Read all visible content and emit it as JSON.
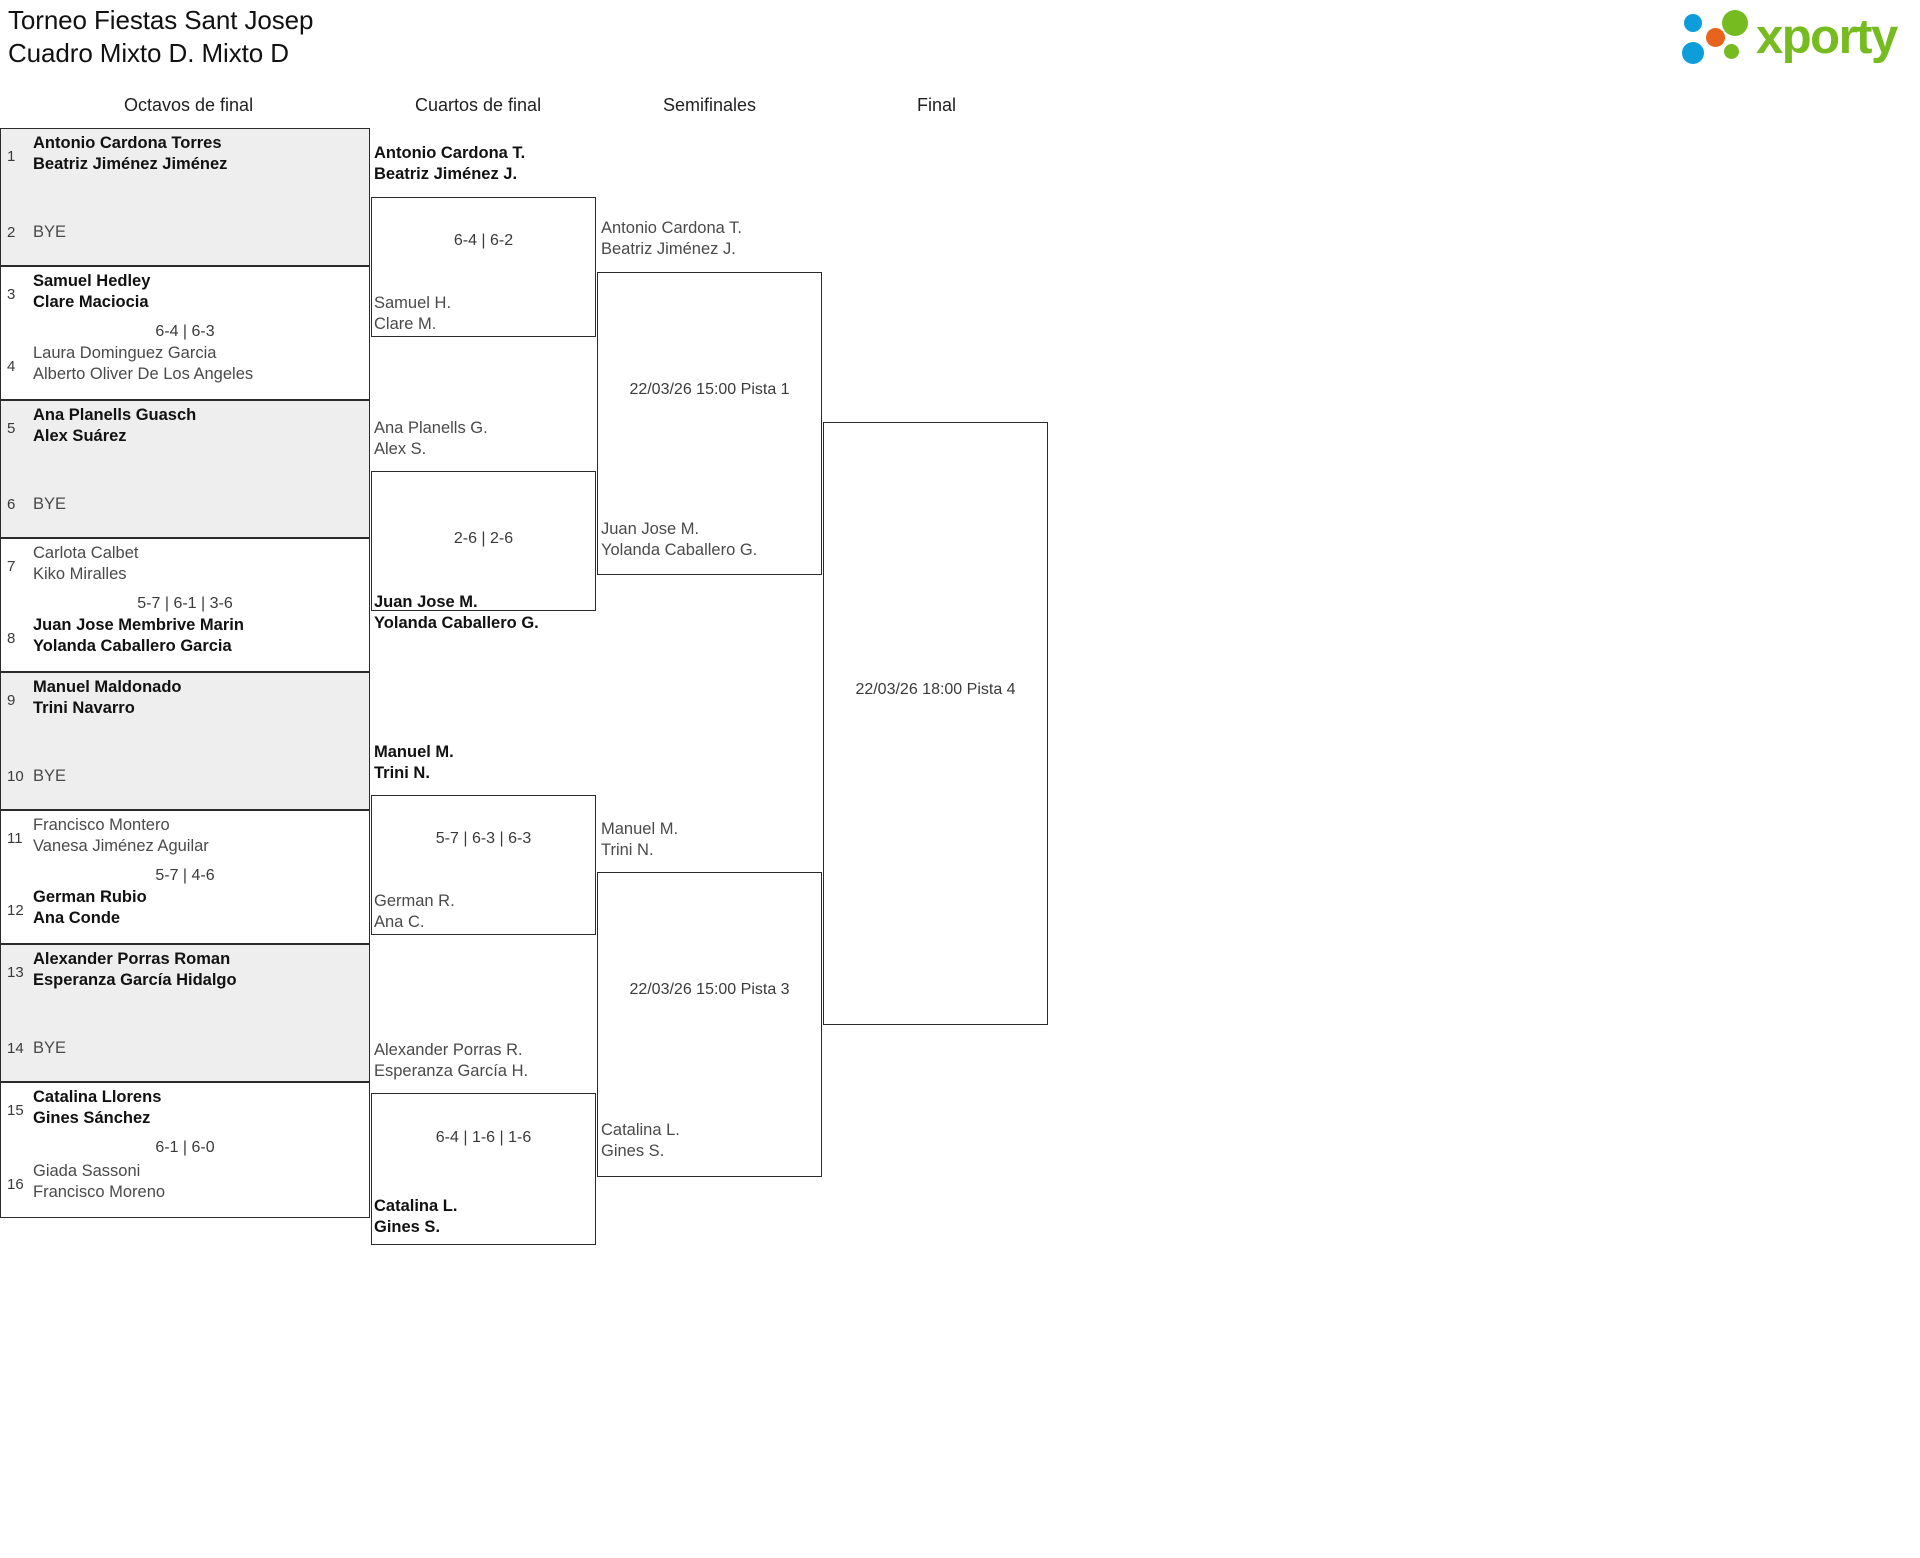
{
  "header": {
    "title_line1": "Torneo Fiestas Sant Josep",
    "title_line2": "Cuadro Mixto D. Mixto D",
    "logo_text": "xporty",
    "logo_colors": {
      "green": "#76bc21",
      "blue": "#0d9ddb",
      "orange": "#e8641c"
    }
  },
  "rounds": [
    {
      "label": "Octavos de final"
    },
    {
      "label": "Cuartos de final"
    },
    {
      "label": "Semifinales"
    },
    {
      "label": "Final"
    }
  ],
  "bye_label": "BYE",
  "round1": [
    {
      "shaded": true,
      "top": {
        "seed": "1",
        "line1": "Antonio Cardona Torres",
        "line2": "Beatriz Jiménez Jiménez",
        "winner": true
      },
      "bottom": {
        "seed": "2",
        "bye": true
      },
      "score": ""
    },
    {
      "shaded": false,
      "top": {
        "seed": "3",
        "line1": "Samuel Hedley",
        "line2": "Clare Maciocia",
        "winner": true
      },
      "bottom": {
        "seed": "4",
        "line1": "Laura Dominguez Garcia",
        "line2": "Alberto Oliver De Los Angeles",
        "winner": false
      },
      "score": "6-4 | 6-3"
    },
    {
      "shaded": true,
      "top": {
        "seed": "5",
        "line1": "Ana Planells Guasch",
        "line2": "Alex Suárez",
        "winner": true
      },
      "bottom": {
        "seed": "6",
        "bye": true
      },
      "score": ""
    },
    {
      "shaded": false,
      "top": {
        "seed": "7",
        "line1": "Carlota Calbet",
        "line2": "Kiko Miralles",
        "winner": false
      },
      "bottom": {
        "seed": "8",
        "line1": "Juan Jose Membrive Marin",
        "line2": "Yolanda Caballero Garcia",
        "winner": true
      },
      "score": "5-7 | 6-1 | 3-6"
    },
    {
      "shaded": true,
      "top": {
        "seed": "9",
        "line1": "Manuel Maldonado",
        "line2": "Trini Navarro",
        "winner": true
      },
      "bottom": {
        "seed": "10",
        "bye": true
      },
      "score": ""
    },
    {
      "shaded": false,
      "top": {
        "seed": "11",
        "line1": "Francisco Montero",
        "line2": "Vanesa Jiménez Aguilar",
        "winner": false
      },
      "bottom": {
        "seed": "12",
        "line1": "German Rubio",
        "line2": "Ana Conde",
        "winner": true
      },
      "score": "5-7 | 4-6"
    },
    {
      "shaded": true,
      "top": {
        "seed": "13",
        "line1": "Alexander Porras Roman",
        "line2": "Esperanza García Hidalgo",
        "winner": true
      },
      "bottom": {
        "seed": "14",
        "bye": true
      },
      "score": ""
    },
    {
      "shaded": false,
      "top": {
        "seed": "15",
        "line1": "Catalina Llorens",
        "line2": "Gines Sánchez",
        "winner": true
      },
      "bottom": {
        "seed": "16",
        "line1": "Giada Sassoni",
        "line2": "Francisco Moreno",
        "winner": false
      },
      "score": "6-1 | 6-0"
    }
  ],
  "round2": [
    {
      "top": {
        "line1": "Antonio Cardona T.",
        "line2": "Beatriz Jiménez J.",
        "winner": true
      },
      "bottom": {
        "line1": "Samuel H.",
        "line2": "Clare M.",
        "winner": false
      },
      "score": "6-4 | 6-2"
    },
    {
      "top": {
        "line1": "Ana Planells G.",
        "line2": "Alex S.",
        "winner": false
      },
      "bottom": {
        "line1": "Juan Jose M.",
        "line2": "Yolanda Caballero G.",
        "winner": true
      },
      "score": "2-6 | 2-6"
    },
    {
      "top": {
        "line1": "Manuel M.",
        "line2": "Trini N.",
        "winner": true
      },
      "bottom": {
        "line1": "German R.",
        "line2": "Ana C.",
        "winner": false
      },
      "score": "5-7 | 6-3 | 6-3"
    },
    {
      "top": {
        "line1": "Alexander Porras R.",
        "line2": "Esperanza García H.",
        "winner": false
      },
      "bottom": {
        "line1": "Catalina L.",
        "line2": "Gines S.",
        "winner": true
      },
      "score": "6-4 | 1-6 | 1-6"
    }
  ],
  "round3": [
    {
      "top": {
        "line1": "Antonio Cardona T.",
        "line2": "Beatriz Jiménez J."
      },
      "bottom": {
        "line1": "Juan Jose M.",
        "line2": "Yolanda Caballero G."
      },
      "meta": "22/03/26 15:00 Pista 1"
    },
    {
      "top": {
        "line1": "Manuel M.",
        "line2": "Trini N."
      },
      "bottom": {
        "line1": "Catalina L.",
        "line2": "Gines S."
      },
      "meta": "22/03/26 15:00 Pista 3"
    }
  ],
  "round4": [
    {
      "meta": "22/03/26 18:00 Pista 4"
    }
  ]
}
